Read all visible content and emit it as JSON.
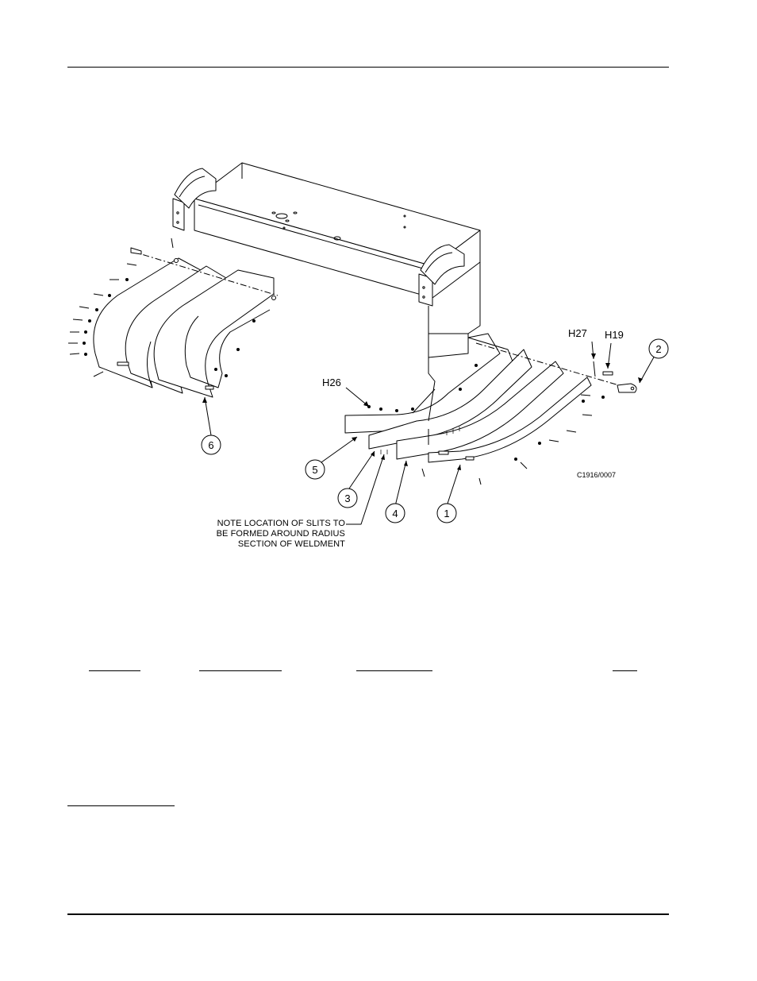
{
  "callouts": {
    "c1": "1",
    "c2": "2",
    "c3": "3",
    "c4": "4",
    "c5": "5",
    "c6": "6"
  },
  "hardware": {
    "h19": "H19",
    "h26": "H26",
    "h27": "H27"
  },
  "drawing_number": "C1916/0007",
  "note": {
    "line1": "NOTE LOCATION OF SLITS TO",
    "line2": "BE FORMED AROUND RADIUS",
    "line3": "SECTION OF WELDMENT"
  }
}
